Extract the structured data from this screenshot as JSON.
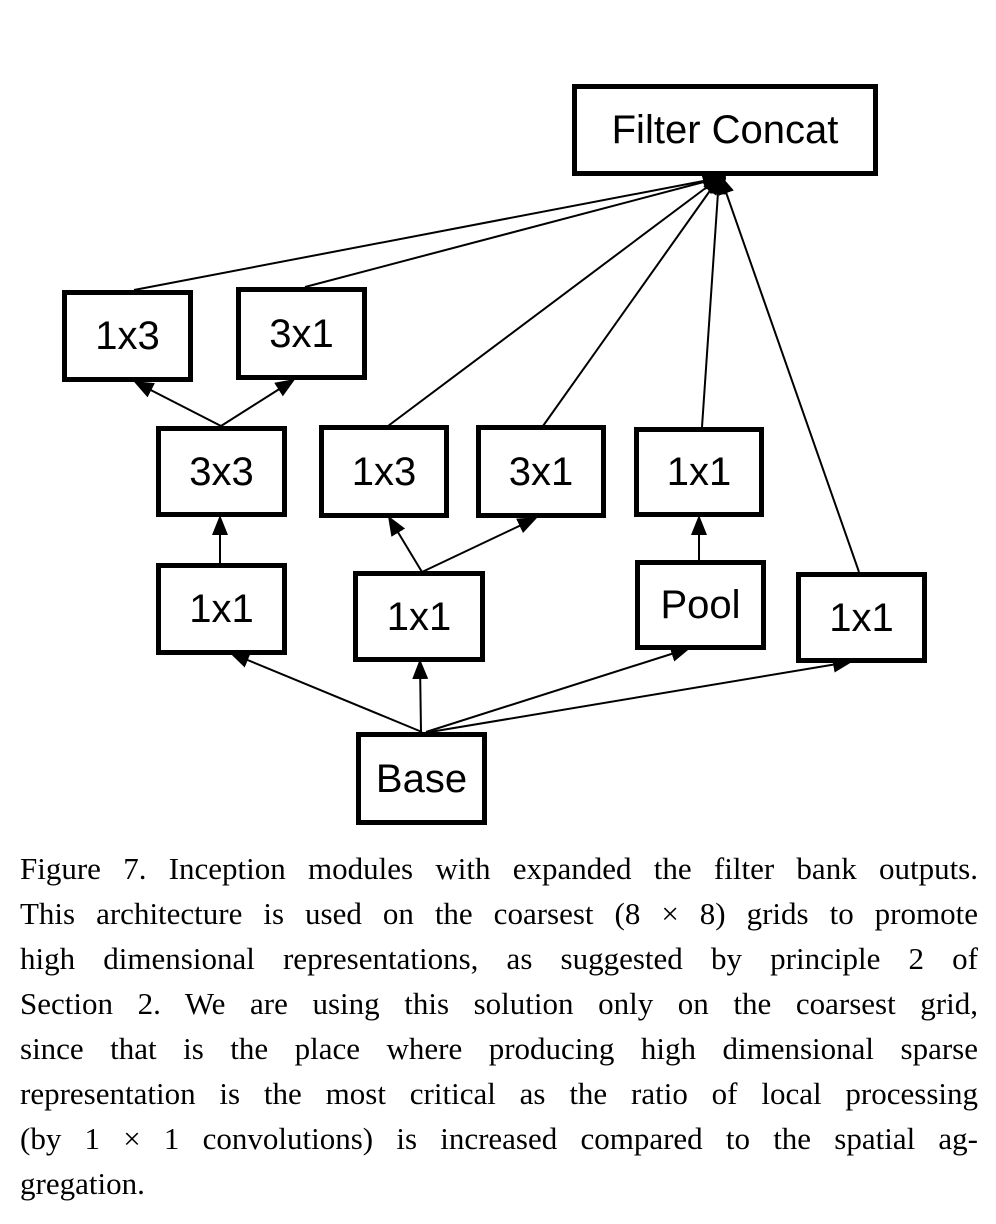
{
  "figure": {
    "caption_lines": [
      "Figure 7. Inception modules with expanded the filter bank outputs.",
      "This architecture is used on the coarsest (8 × 8) grids to promote",
      "high dimensional representations, as suggested by principle 2 of",
      "Section 2. We are using this solution only on the coarsest grid,",
      "since that is the place where producing high dimensional sparse",
      "representation is the most critical as the ratio of local processing",
      "(by 1 × 1 convolutions) is increased compared to the spatial ag-",
      "gregation."
    ]
  },
  "diagram": {
    "nodes": [
      {
        "id": "concat",
        "label": "Filter Concat"
      },
      {
        "id": "top_left_1x3",
        "label": "1x3"
      },
      {
        "id": "top_left_3x1",
        "label": "3x1"
      },
      {
        "id": "mid_3x3",
        "label": "3x3"
      },
      {
        "id": "mid_1x3",
        "label": "1x3"
      },
      {
        "id": "mid_3x1",
        "label": "3x1"
      },
      {
        "id": "mid_1x1",
        "label": "1x1"
      },
      {
        "id": "low_1x1_left",
        "label": "1x1"
      },
      {
        "id": "low_1x1_mid",
        "label": "1x1"
      },
      {
        "id": "pool",
        "label": "Pool"
      },
      {
        "id": "low_1x1_right",
        "label": "1x1"
      },
      {
        "id": "base",
        "label": "Base"
      }
    ],
    "edges": [
      {
        "from": "base",
        "to": "low_1x1_left"
      },
      {
        "from": "base",
        "to": "low_1x1_mid"
      },
      {
        "from": "base",
        "to": "pool"
      },
      {
        "from": "base",
        "to": "low_1x1_right"
      },
      {
        "from": "low_1x1_left",
        "to": "mid_3x3"
      },
      {
        "from": "low_1x1_mid",
        "to": "mid_1x3"
      },
      {
        "from": "low_1x1_mid",
        "to": "mid_3x1"
      },
      {
        "from": "pool",
        "to": "mid_1x1"
      },
      {
        "from": "mid_3x3",
        "to": "top_left_1x3"
      },
      {
        "from": "mid_3x3",
        "to": "top_left_3x1"
      },
      {
        "from": "top_left_1x3",
        "to": "concat"
      },
      {
        "from": "top_left_3x1",
        "to": "concat"
      },
      {
        "from": "mid_1x3",
        "to": "concat"
      },
      {
        "from": "mid_3x1",
        "to": "concat"
      },
      {
        "from": "mid_1x1",
        "to": "concat"
      },
      {
        "from": "low_1x1_right",
        "to": "concat"
      }
    ],
    "colors": {
      "line": "#000000",
      "box_border": "#000000",
      "background": "#ffffff"
    }
  }
}
